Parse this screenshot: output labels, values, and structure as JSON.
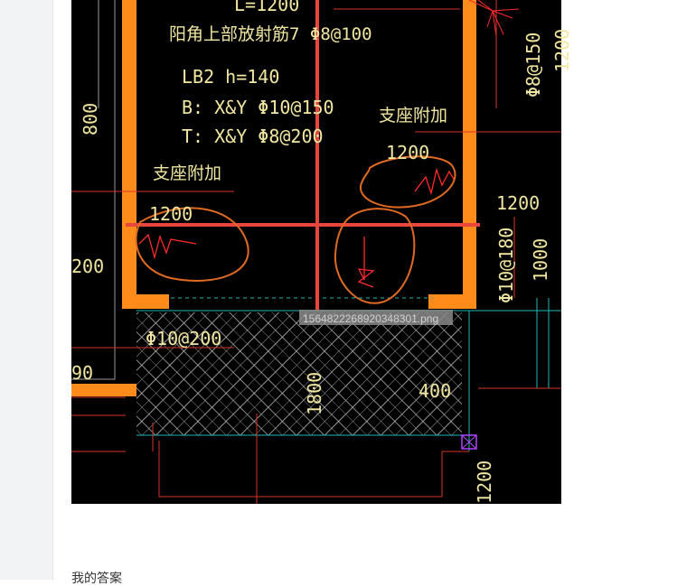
{
  "colors": {
    "sidebar_bg": "#f2f3f5",
    "cad_bg": "#000000",
    "wall_orange": "#ff8c1a",
    "annotation_text": "#f2e7a0",
    "red_line": "#e8453c",
    "markup_circle": "#e06a22",
    "rebar_red": "#ff2a2a",
    "hatch": "#c8c8c8",
    "cyan_line": "#1fb8b8"
  },
  "figure": {
    "top_label": "L=1200",
    "radial_bar_note": "阳角上部放射筋7 Φ8@100",
    "slab_id": "LB2  h=140",
    "bottom_rebar": "B: X&Y  Φ10@150",
    "top_rebar": "T: X&Y  Φ8@200",
    "support_add_right": "支座附加",
    "support_add_left": "支座附加",
    "len_right": "1200",
    "len_left": "1200",
    "len_far_right": "1200",
    "left_dim_800": "800",
    "left_dim_200": "200",
    "left_dim_90": "90",
    "right_rebar_150": "Φ8@150",
    "right_rebar_180": "Φ10@180",
    "right_dim_1000": "1000",
    "right_dim_1200_top": "1200",
    "bottom_rebar_label": "Φ10@200",
    "dim_1800": "1800",
    "dim_400": "400",
    "dim_1200_bottom": "1200",
    "filename": "1564822268920348301.png"
  },
  "answer": {
    "heading": "我的答案"
  }
}
